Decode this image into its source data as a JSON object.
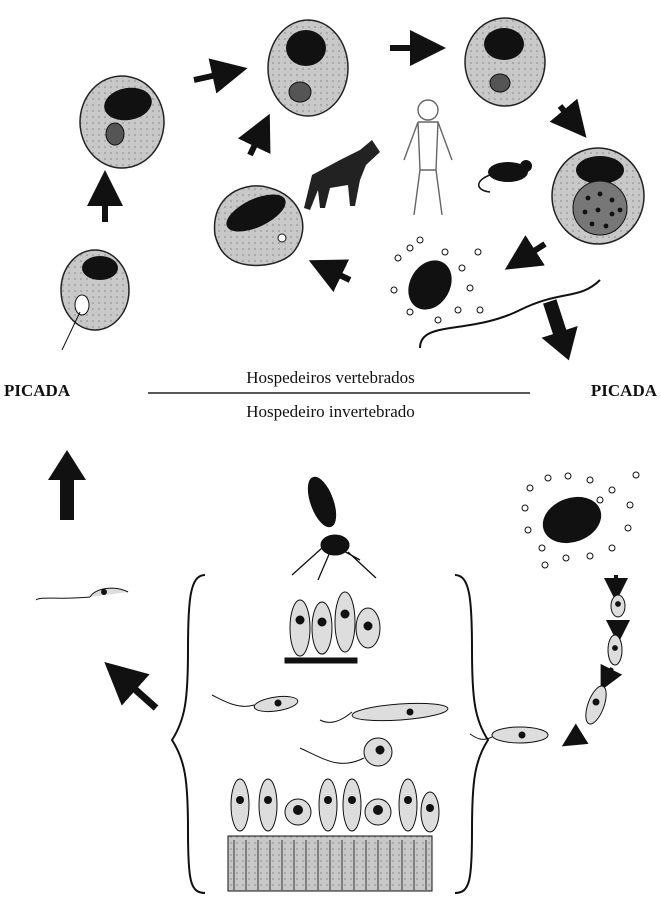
{
  "labels": {
    "vertebrate_hosts": "Hospedeiros vertebrados",
    "invertebrate_host": "Hospedeiro invertebrado",
    "picada_left": "PICADA",
    "picada_right": "PICADA"
  },
  "colors": {
    "cell_fill": "#c8c8c8",
    "nucleus": "#111111",
    "arrow": "#111111",
    "background": "#ffffff"
  },
  "icons": [
    "dog-icon",
    "human-icon",
    "rat-icon",
    "sandfly-icon"
  ]
}
